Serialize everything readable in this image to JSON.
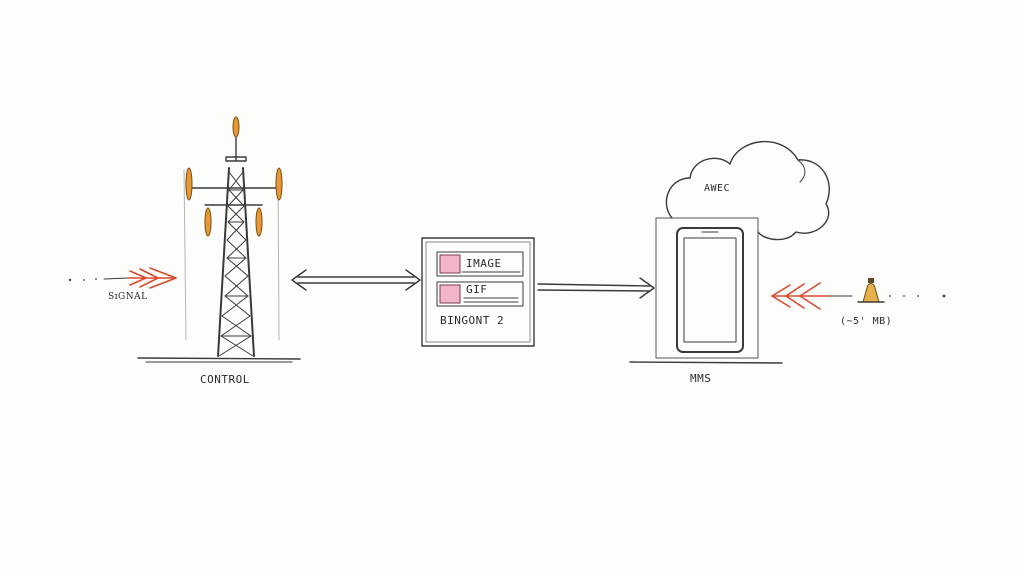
{
  "labels": {
    "left_arrow_label": "SɪGNAL",
    "tower_label": "CONTROL",
    "box_item_1": "IMAGE",
    "box_item_2": "GIF",
    "box_caption": "BINGONT 2",
    "cloud_label": "AWEC",
    "phone_label": "MMS",
    "right_size_label": "(~5' MB)"
  },
  "colors": {
    "ink": "#3a3a3a",
    "accent_red": "#d9492e",
    "antenna_orange": "#e79a33",
    "thumbnail_pink": "#f3b6c8"
  },
  "icons": {
    "tower": "cell-tower-icon",
    "cloud": "cloud-icon",
    "phone": "smartphone-icon",
    "bell": "bell-icon"
  }
}
